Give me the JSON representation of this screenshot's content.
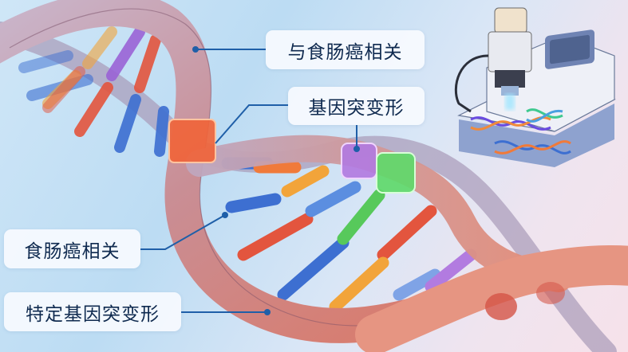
{
  "labels": {
    "top_right_1": "与食肠癌相关",
    "top_right_2": "基因突变形",
    "left_1": "食肠癌相关",
    "left_2": "特定基因突变形"
  },
  "illustration": {
    "subject": "dna-double-helix",
    "device": "dna-sequencer",
    "marker_bands": [
      {
        "name": "orange-band",
        "color": "#f0643a"
      },
      {
        "name": "purple-band",
        "color": "#b27be0"
      },
      {
        "name": "green-band",
        "color": "#5fd96a"
      }
    ],
    "base_pair_colors": [
      "#3d6fd1",
      "#e3553e",
      "#f2a43a",
      "#9a63d6",
      "#57c95b"
    ],
    "leader_line_color": "#1f5fa8"
  }
}
